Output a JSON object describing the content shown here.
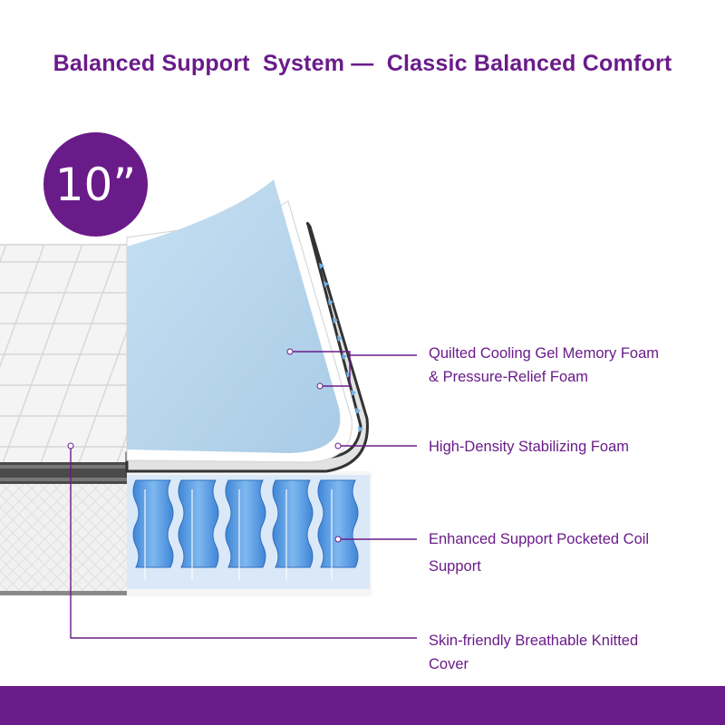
{
  "header": {
    "title": "Balanced Support  System —  Classic Balanced Comfort"
  },
  "badge": {
    "thickness": "10”"
  },
  "layers": [
    {
      "line1": "Quilted Cooling Gel Memory Foam",
      "line2": "& Pressure-Relief Foam"
    },
    {
      "line1": "High-Density Stabilizing Foam"
    },
    {
      "line1": "Enhanced Support Pocketed Coil",
      "line2": "Support"
    },
    {
      "line1": "Skin-friendly Breathable Knitted",
      "line2": "Cover"
    }
  ],
  "colors": {
    "brand": "#6a1b8a",
    "gel_foam": "#b6d5ec",
    "coils": "#4d97e3",
    "cover": "#f2f2f2",
    "border_band": "#4a4a4a"
  }
}
